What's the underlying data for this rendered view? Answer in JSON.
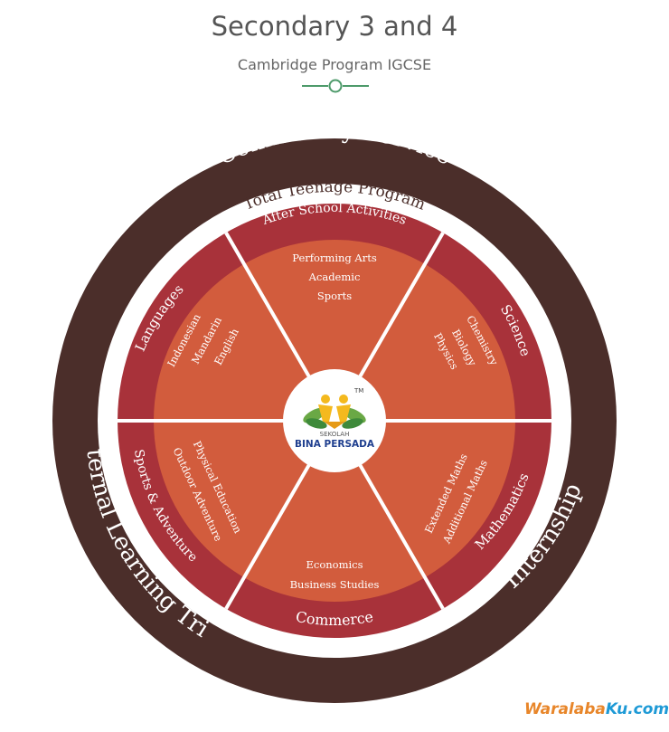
{
  "header": {
    "title": "Secondary 3 and 4",
    "subtitle": "Cambridge Program IGCSE"
  },
  "wheel": {
    "outer_ring": {
      "top": "Community Service",
      "left": "External Learning Trips",
      "right": "Internship"
    },
    "program_label": "Total Teenage Program",
    "segments": [
      {
        "name": "After School Activities",
        "items": [
          "Performing Arts",
          "Academic",
          "Sports"
        ]
      },
      {
        "name": "Science",
        "items": [
          "Chemistry",
          "Biology",
          "Physics"
        ]
      },
      {
        "name": "Mathematics",
        "items": [
          "Extended Maths",
          "Additional Maths"
        ]
      },
      {
        "name": "Commerce",
        "items": [
          "Economics",
          "Business Studies"
        ]
      },
      {
        "name": "Sports & Adventure",
        "items": [
          "Physical Education",
          "Outdoor Adventure"
        ]
      },
      {
        "name": "Languages",
        "items": [
          "Indonesian",
          "Mandarin",
          "English"
        ]
      }
    ],
    "logo": {
      "line1": "SEKOLAH",
      "line2": "BINA PERSADA",
      "mark": "TM"
    }
  },
  "colors": {
    "outer_ring": "#4b2e2a",
    "segment_band": "#a8323a",
    "segment_fill": "#d25c3d",
    "accent": "#4d9a6a",
    "text_light": "#ffffff",
    "program_text": "#4b2e2a"
  },
  "watermark": {
    "part1": "Waralaba",
    "part2": "Ku.com"
  }
}
